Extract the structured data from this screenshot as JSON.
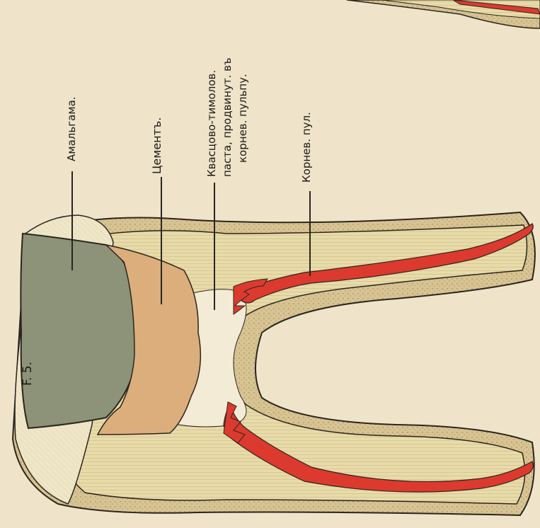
{
  "figure": {
    "number_label": "F. 5.",
    "labels": {
      "amalgam": "Амальгама.",
      "cement": "Цементъ.",
      "paste_line1": "Квасцово-тимолов.",
      "paste_line2": "паста, продвинут. въ",
      "paste_line3": "корнев. пульпу.",
      "root_pulp": "Корнев. пул."
    }
  },
  "colors": {
    "paper": "#efe4c9",
    "dentin": "#e8dbaa",
    "enamel": "#efe6c8",
    "cementum": "#d8c392",
    "amalgam": "#8c9378",
    "cement_filling": "#dcae7c",
    "pulp": "#dc3a2e",
    "outline": "#2a2520"
  }
}
